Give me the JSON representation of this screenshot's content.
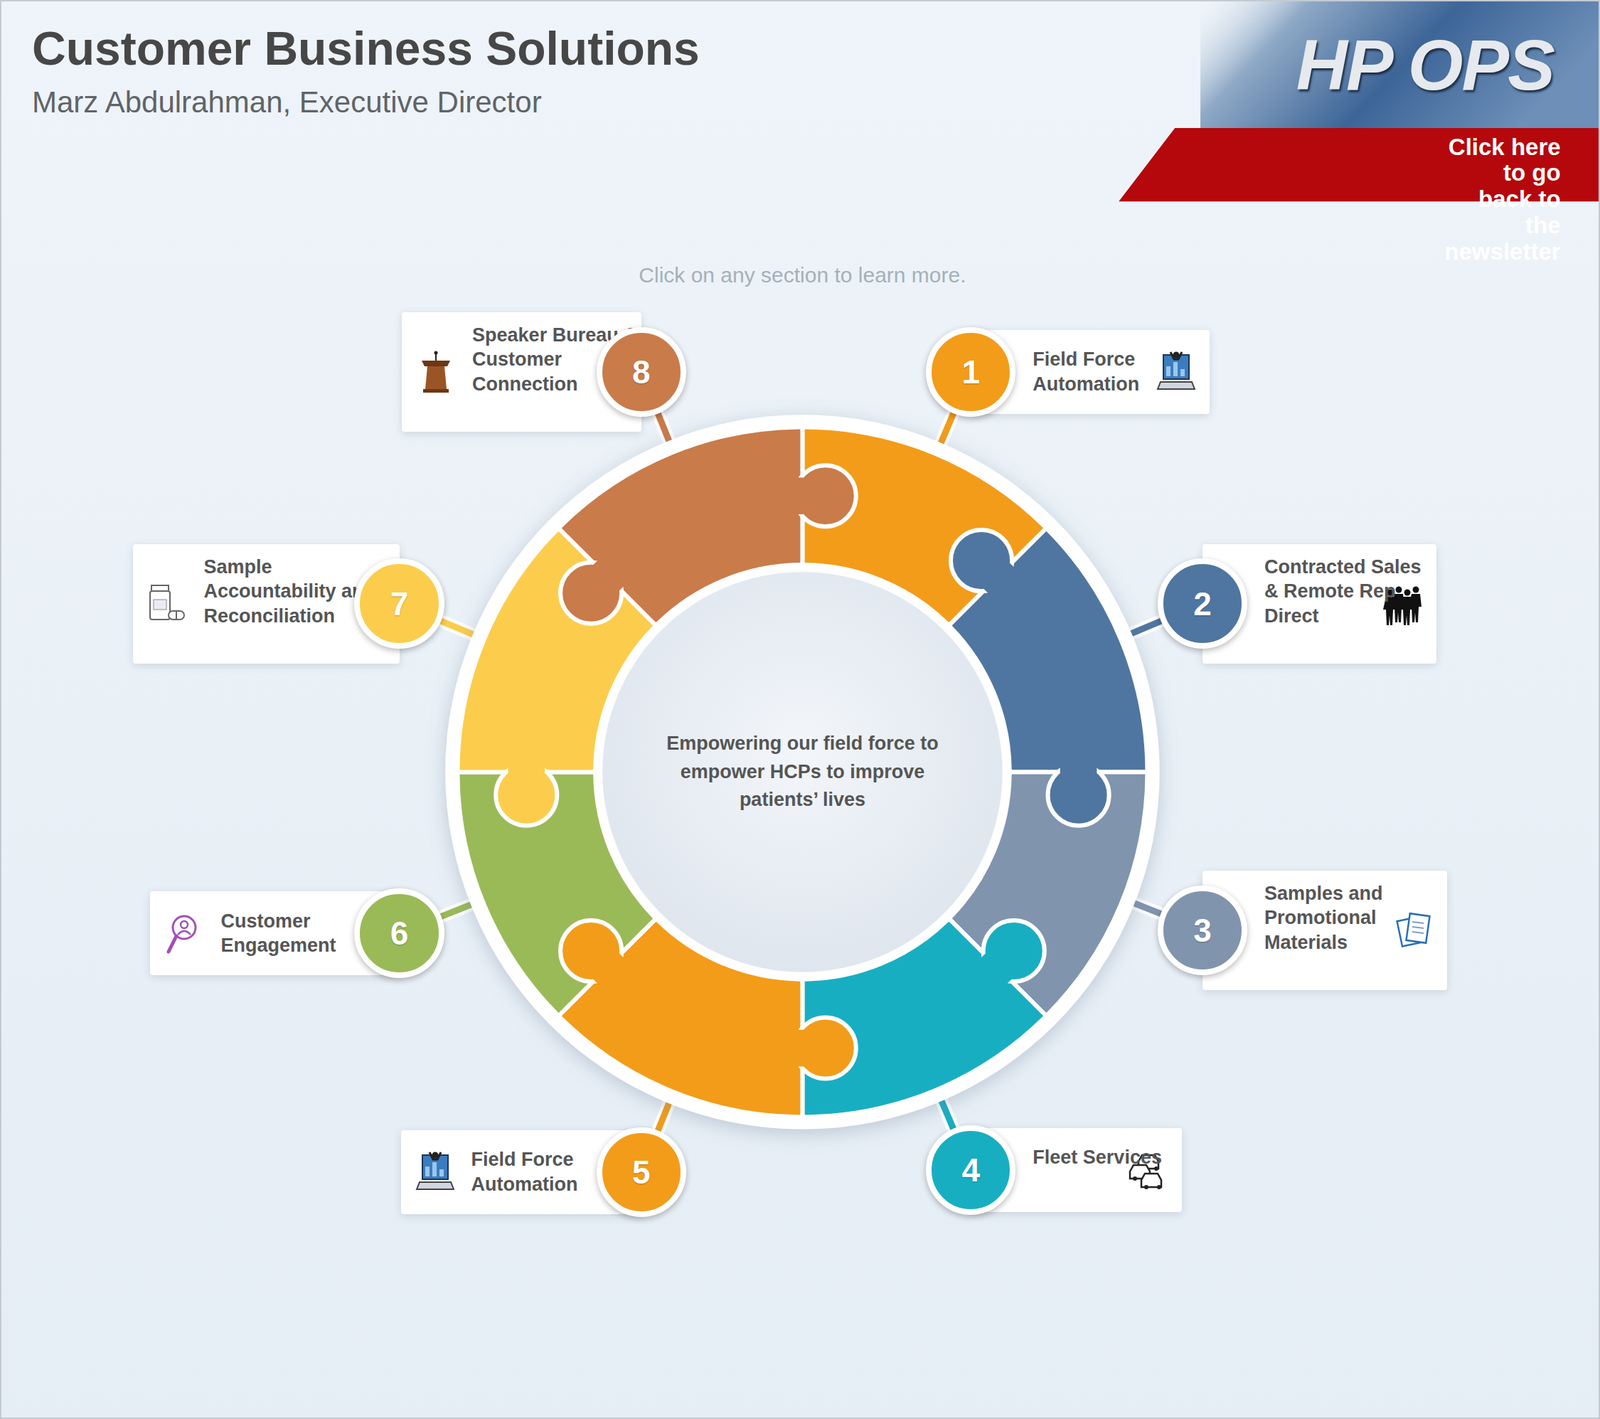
{
  "diagram": {
    "title": "Customer Business Solutions",
    "nodes": [
      {
        "text": [
          "1"
        ]
      },
      {
        "text": [
          "Field Force Automation"
        ]
      },
      {
        "text": [
          "2"
        ]
      },
      {
        "text": [
          "Contracted Sales & Remote Rep Direct"
        ]
      },
      {
        "text": [
          "3"
        ]
      },
      {
        "text": [
          "Samples and Promotional Materials"
        ]
      },
      {
        "text": [
          "4"
        ]
      },
      {
        "text": [
          "Fleet Services"
        ]
      },
      {
        "text": [
          "5"
        ]
      },
      {
        "text": [
          "Field Force Automation"
        ]
      },
      {
        "text": [
          "6"
        ]
      },
      {
        "text": [
          "Customer Engagement"
        ]
      },
      {
        "text": [
          "7"
        ]
      },
      {
        "text": [
          "Sample Accountability and Reconciliation"
        ]
      },
      {
        "text": [
          "8"
        ]
      },
      {
        "text": [
          "Speaker Bureau & Customer Connection"
        ]
      }
    ],
    "labels": [
      "Marz Abdulrahman, Executive Director",
      "HP OPS",
      "Click here to go back to the newsletter",
      "Click on any section to learn more.",
      "Empowering our field force to empower HCPs to improve patients’ lives"
    ]
  }
}
